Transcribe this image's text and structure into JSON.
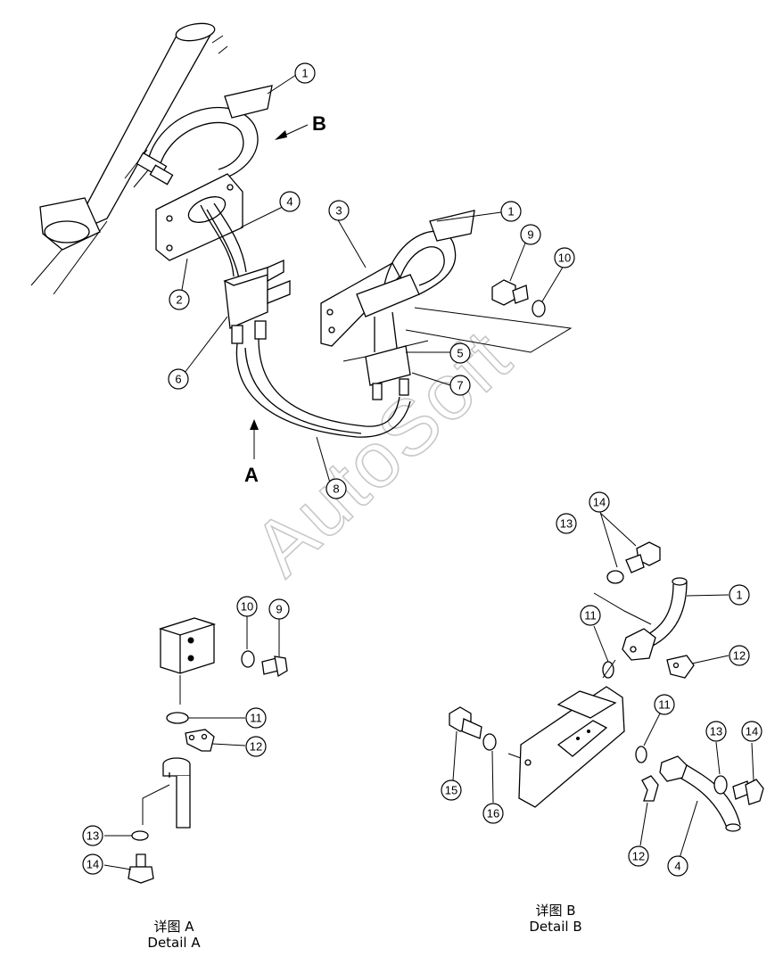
{
  "watermark": "AutoSoft",
  "view_markers": {
    "a": "A",
    "b": "B"
  },
  "detail_a": {
    "title_cn": "详图 A",
    "title_en": "Detail A"
  },
  "detail_b": {
    "title_cn": "详图 B",
    "title_en": "Detail B"
  },
  "callouts": {
    "main": [
      "1",
      "2",
      "3",
      "4",
      "1",
      "9",
      "10",
      "6",
      "5",
      "7",
      "8"
    ],
    "detail_a": [
      "10",
      "9",
      "11",
      "12",
      "13",
      "14"
    ],
    "detail_b": [
      "14",
      "13",
      "1",
      "11",
      "12",
      "11",
      "13",
      "14",
      "15",
      "16",
      "12",
      "4"
    ]
  }
}
